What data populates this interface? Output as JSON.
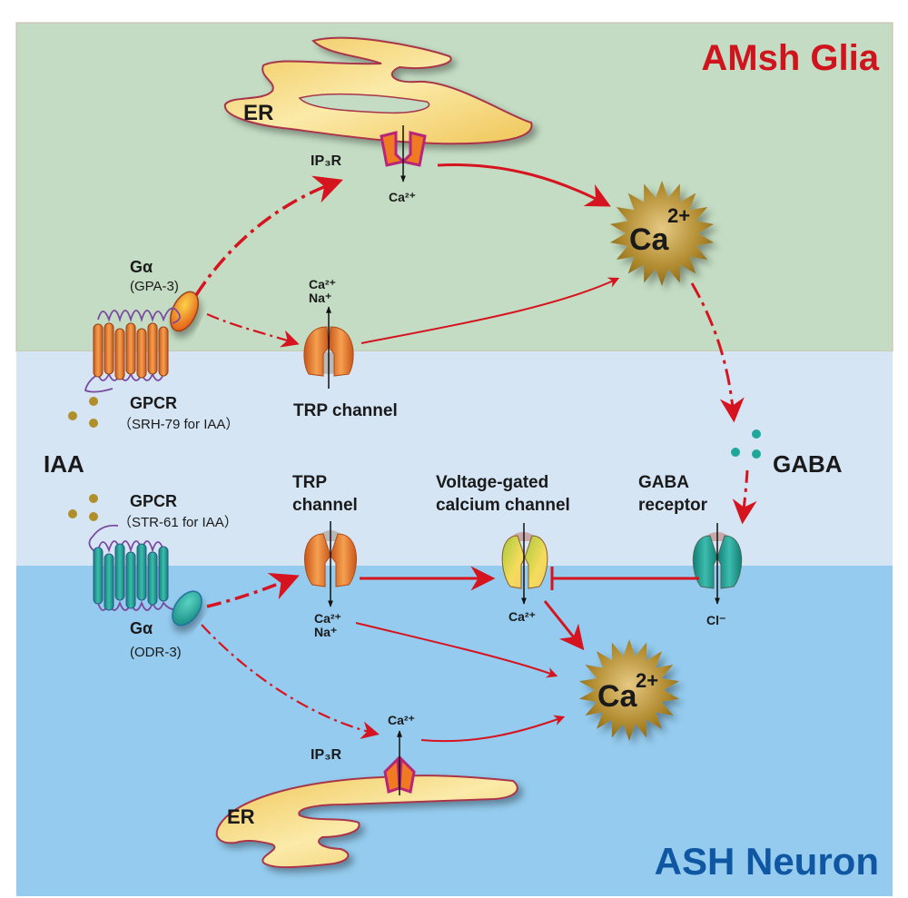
{
  "regions": {
    "glia": {
      "title": "AMsh Glia",
      "color": "#c3dcc3",
      "title_color": "#d0141e"
    },
    "extracellular": {
      "color": "#d5e5f4"
    },
    "neuron": {
      "title": "ASH Neuron",
      "color": "#94cbee",
      "title_color": "#0f57a3"
    }
  },
  "stimulus": {
    "label": "IAA",
    "dot_color": "#b08f2a"
  },
  "glia": {
    "er_label": "ER",
    "ip3r_label": "IP₃R",
    "ip3r_ion": "Ca²⁺",
    "galpha_label": "Gα",
    "galpha_sub": "(GPA-3)",
    "gpcr_label": "GPCR",
    "gpcr_sub": "（SRH-79 for IAA）",
    "trp_label": "TRP channel",
    "trp_ion1": "Ca²⁺",
    "trp_ion2": "Na⁺",
    "calcium_burst": {
      "base": "Ca",
      "sup": "2+"
    }
  },
  "gaba": {
    "label": "GABA",
    "dot_color": "#1fa89a"
  },
  "neuron": {
    "gpcr_label": "GPCR",
    "gpcr_sub": "（STR-61 for IAA）",
    "galpha_label": "Gα",
    "galpha_sub": "(ODR-3)",
    "trp_label_1": "TRP",
    "trp_label_2": "channel",
    "trp_ion1": "Ca²⁺",
    "trp_ion2": "Na⁺",
    "vgcc_label_1": "Voltage-gated",
    "vgcc_label_2": "calcium channel",
    "vgcc_ion": "Ca²⁺",
    "gabar_label_1": "GABA",
    "gabar_label_2": "receptor",
    "gabar_ion": "Cl⁻",
    "ip3r_label": "IP₃R",
    "ip3r_ion": "Ca²⁺",
    "er_label": "ER",
    "calcium_burst": {
      "base": "Ca",
      "sup": "2+"
    }
  },
  "colors": {
    "arrow": "#d6141f",
    "er_fill": "#f4d77a",
    "er_stroke": "#b0344a",
    "burst": "#b89232"
  }
}
